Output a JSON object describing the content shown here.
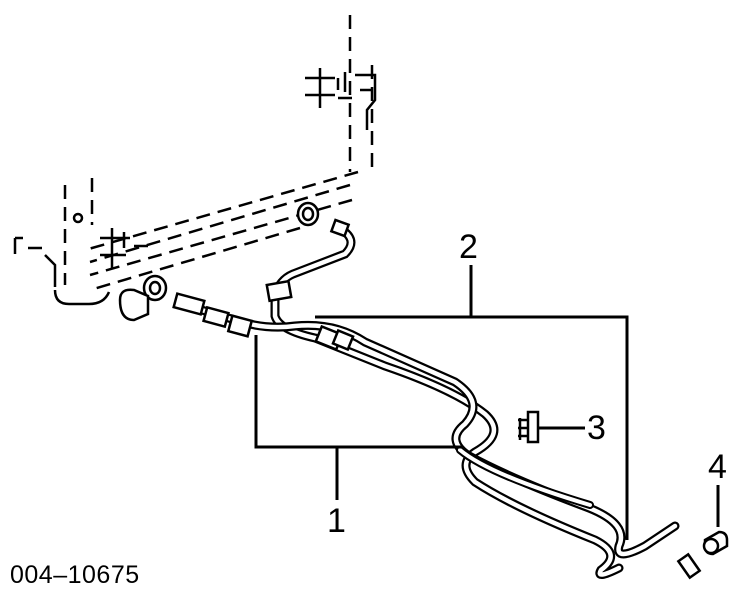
{
  "callouts": {
    "c1": "1",
    "c2": "2",
    "c3": "3",
    "c4": "4"
  },
  "part_code": "004–10675",
  "colors": {
    "ink": "#000000",
    "background": "#ffffff"
  }
}
